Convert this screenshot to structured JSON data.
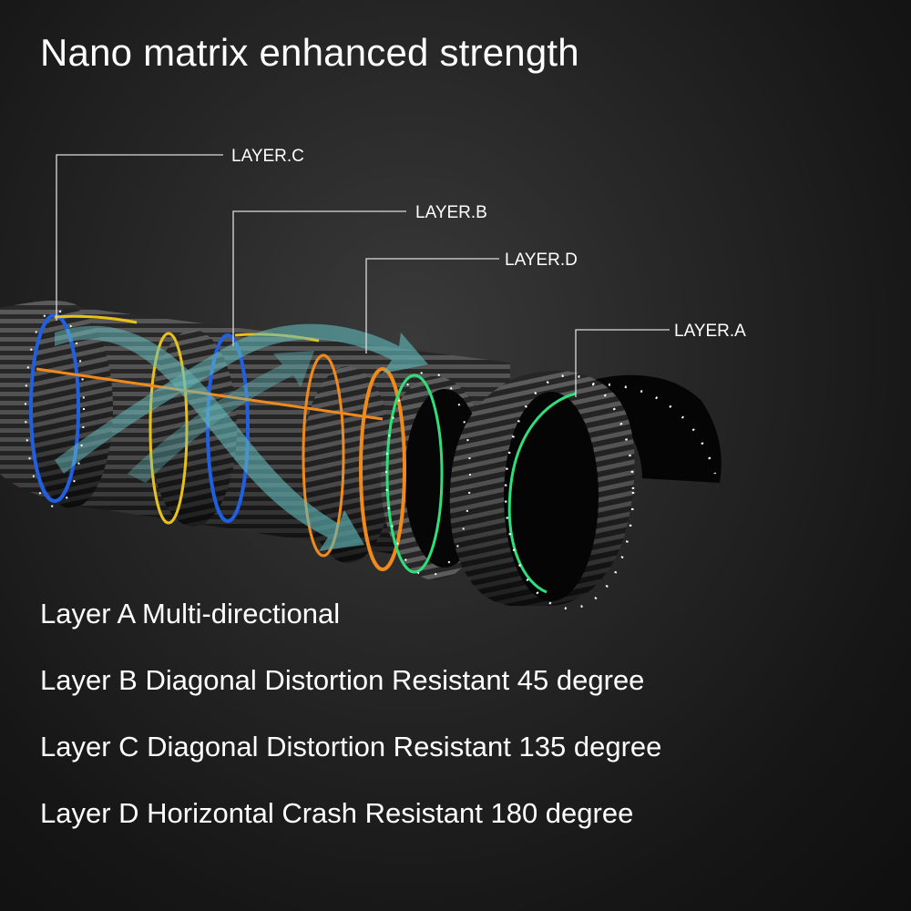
{
  "title": "Nano matrix enhanced strength",
  "callouts": {
    "layer_c": "LAYER.C",
    "layer_b": "LAYER.B",
    "layer_d": "LAYER.D",
    "layer_a": "LAYER.A"
  },
  "descriptions": [
    "Layer A Multi-directional",
    "Layer B Diagonal Distortion Resistant 45 degree",
    "Layer C Diagonal Distortion Resistant 135 degree",
    "Layer D Horizontal Crash Resistant 180 degree"
  ],
  "colors": {
    "layer_c_blue": "#1f5fe0",
    "layer_b_yellow": "#e8c21a",
    "layer_d_orange": "#f08a1c",
    "layer_a_green": "#2ee07a",
    "arrow_teal": "#5fb6b8"
  }
}
